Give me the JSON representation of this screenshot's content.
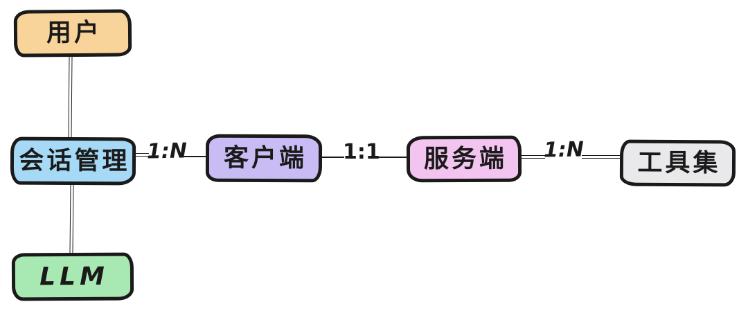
{
  "diagram": {
    "style": "hand-drawn",
    "background_color": "#FFFFFF",
    "stroke_color": "#1A1A1A",
    "nodes": {
      "user": {
        "label": "用户",
        "fill": "#F9D49A"
      },
      "session": {
        "label": "会话管理",
        "fill": "#A6D9F6"
      },
      "llm": {
        "label": "LLM",
        "fill": "#A8E8B2"
      },
      "client": {
        "label": "客户端",
        "fill": "#C9BCF4"
      },
      "server": {
        "label": "服务端",
        "fill": "#F3C4F0"
      },
      "tools": {
        "label": "工具集",
        "fill": "#E9E9EB"
      }
    },
    "edges": {
      "user_session": {
        "from": "用户",
        "to": "会话管理",
        "label": ""
      },
      "session_llm": {
        "from": "会话管理",
        "to": "LLM",
        "label": ""
      },
      "session_client": {
        "from": "会话管理",
        "to": "客户端",
        "label": "1:N"
      },
      "client_server": {
        "from": "客户端",
        "to": "服务端",
        "label": "1:1"
      },
      "server_tools": {
        "from": "服务端",
        "to": "工具集",
        "label": "1:N"
      }
    }
  }
}
